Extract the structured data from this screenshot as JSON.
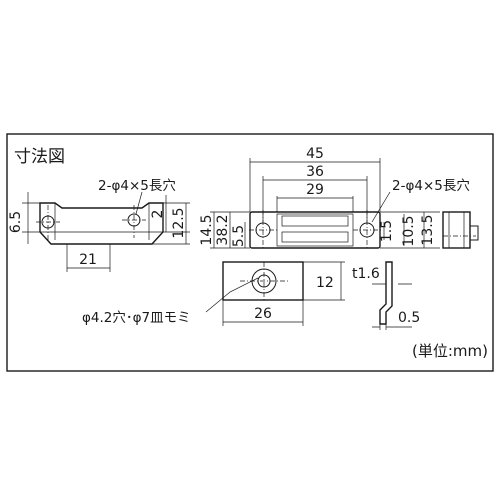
{
  "title": "寸法図",
  "unit_note": "(単位:mm)",
  "labels": {
    "hole_left": "2-φ4×5長穴",
    "hole_right": "2-φ4×5長穴",
    "hole_plate": "φ4.2穴･φ7皿モミ"
  },
  "dimensions": {
    "left_view": {
      "height_left": "6.5",
      "width_bottom": "21",
      "small_2": "2",
      "h_12_5": "12.5"
    },
    "front_view": {
      "w45": "45",
      "w36": "36",
      "w29": "29",
      "h14_5": "14.5",
      "h38_2": "38.2",
      "h5_5": "5.5",
      "h1_5": "1.5",
      "h10_5": "10.5",
      "h13_5": "13.5"
    },
    "plate_view": {
      "w26": "26",
      "h12": "12"
    },
    "side_view": {
      "t1_6": "t1.6",
      "t0_5": "0.5"
    }
  }
}
